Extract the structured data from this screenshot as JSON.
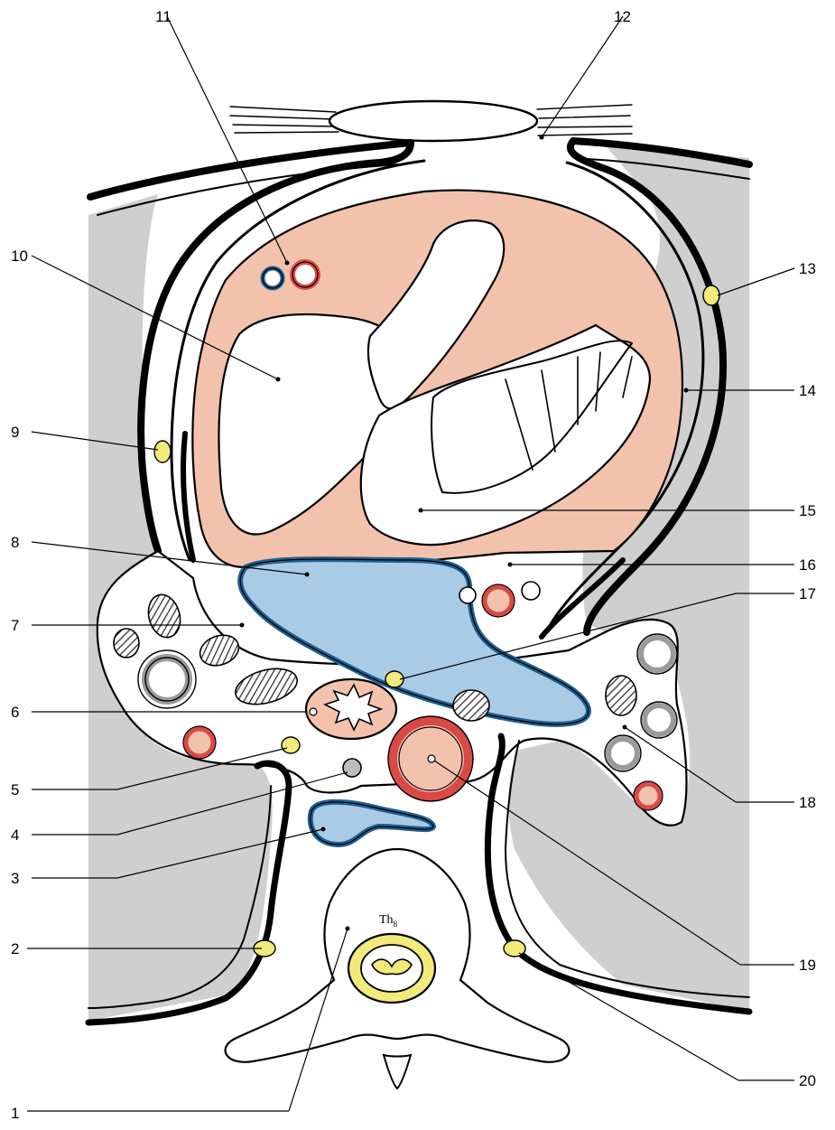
{
  "colors": {
    "background_grey": "#cfcfcf",
    "myocardium": "#f2c2ad",
    "vein_blue": "#a9cbe6",
    "vein_outline": "#1f5f8f",
    "artery_red": "#d94a46",
    "artery_fill": "#f2c2ad",
    "nerve_yellow": "#f2ea7a",
    "lymph_grey": "#9a9a9a",
    "outline": "#000000"
  },
  "labels": {
    "l1": "1",
    "l2": "2",
    "l3": "3",
    "l4": "4",
    "l5": "5",
    "l6": "6",
    "l7": "7",
    "l8": "8",
    "l9": "9",
    "l10": "10",
    "l11": "11",
    "l12": "12",
    "l13": "13",
    "l14": "14",
    "l15": "15",
    "l16": "16",
    "l17": "17",
    "l18": "18",
    "l19": "19",
    "l20": "20"
  },
  "vertebra_label": {
    "main": "Th",
    "sub": "8"
  }
}
